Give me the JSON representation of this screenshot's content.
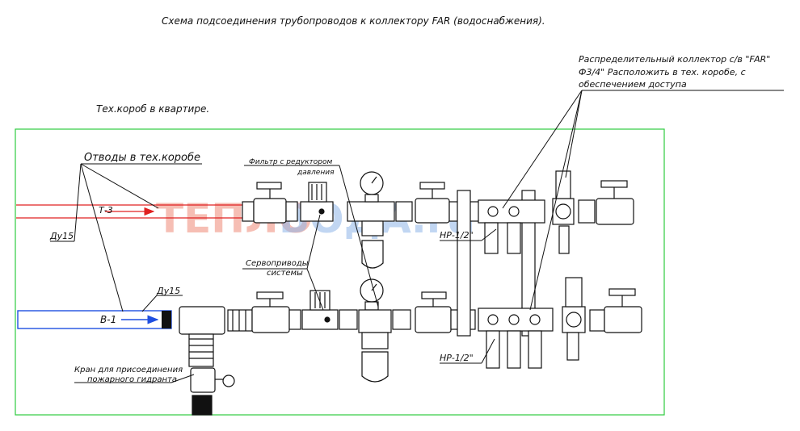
{
  "title": "Схема подсоединения трубопроводов к коллектору FAR (водоснабжения).",
  "box_label": "Тех.короб в квартире.",
  "labels": {
    "otvody": "Отводы в тех.коробе",
    "t3": "Т-3",
    "du15_top": "Ду15",
    "du15_bottom": "Ду15",
    "b1": "В-1",
    "filter_line1": "Фильтр с редуктором",
    "filter_line2": "давления",
    "servo_line1": "Сервоприводы",
    "servo_line2": "системы",
    "kran_line1": "Кран для присоединения",
    "kran_line2": "пожарного гидранта",
    "hp_top": "НР-1/2\"",
    "hp_bottom": "НР-1/2\"",
    "collector_line1": "Распределительный коллектор с/в \"FAR\"",
    "collector_line2": "Ф3/4\" Расположить в тех. коробе, с",
    "collector_line3": "обеспечением доступа"
  },
  "watermark": {
    "part1": "ТЕПЛО",
    "part2": "ВОДА.ru"
  },
  "colors": {
    "frame": "#2ecc40",
    "hot_line": "#e02020",
    "cold_pipe": "#1f4fe0",
    "ink": "#111111"
  }
}
